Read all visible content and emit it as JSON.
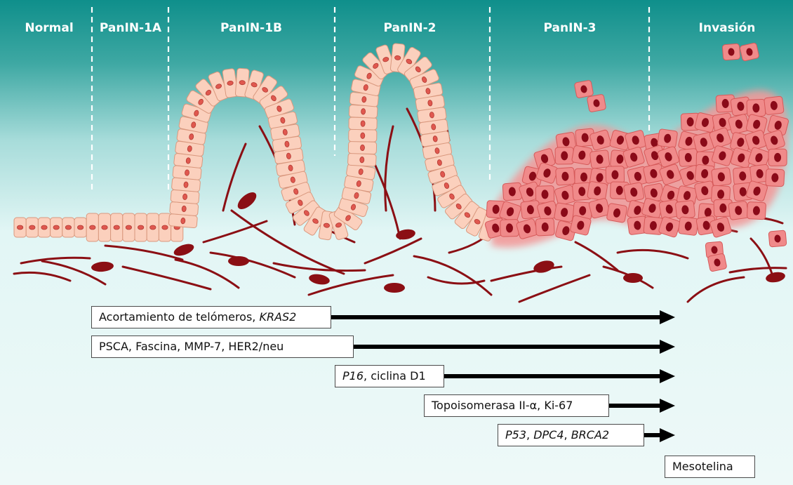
{
  "stages": [
    {
      "label": "Normal"
    },
    {
      "label": "PanIN-1A"
    },
    {
      "label": "PanIN-1B"
    },
    {
      "label": "PanIN-2"
    },
    {
      "label": "PanIN-3"
    },
    {
      "label": "Invasión"
    }
  ],
  "markers": [
    {
      "parts": [
        {
          "text": "Acortamiento de telómeros, ",
          "italic": false
        },
        {
          "text": "KRAS2",
          "italic": true
        }
      ]
    },
    {
      "parts": [
        {
          "text": "PSCA, Fascina, MMP-7, HER2/neu",
          "italic": false
        }
      ]
    },
    {
      "parts": [
        {
          "text": "P16",
          "italic": true
        },
        {
          "text": ", ciclina D1",
          "italic": false
        }
      ]
    },
    {
      "parts": [
        {
          "text": "Topoisomerasa II-α, Ki-67",
          "italic": false
        }
      ]
    },
    {
      "parts": [
        {
          "text": "P53",
          "italic": true
        },
        {
          "text": ", ",
          "italic": false
        },
        {
          "text": "DPC4",
          "italic": true
        },
        {
          "text": ", ",
          "italic": false
        },
        {
          "text": "BRCA2",
          "italic": true
        }
      ]
    },
    {
      "parts": [
        {
          "text": "Mesotelina",
          "italic": false
        }
      ]
    }
  ],
  "colors": {
    "background_top": "#0f8f8b",
    "background_bottom": "#eef9f8",
    "cell_fill": "#fbd0bd",
    "cell_nucleus": "#e0584f",
    "tumor_cell": "#f08a8a",
    "tumor_nucleus": "#8a0a18",
    "stroma": "#8b0f14",
    "arrow": "#000000"
  }
}
